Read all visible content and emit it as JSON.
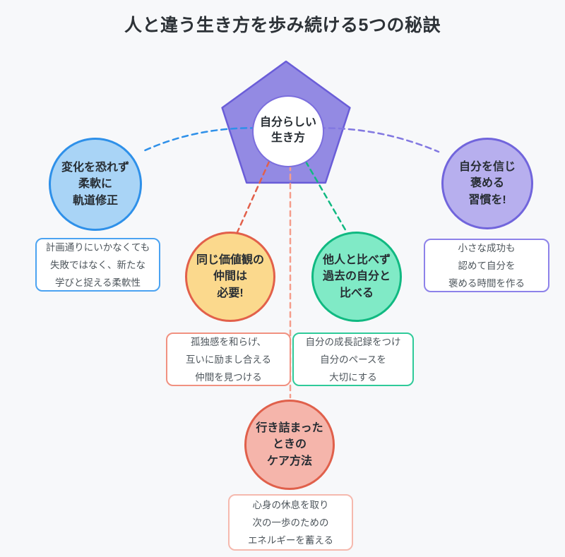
{
  "title": "人と違う生き方を歩み続ける5つの秘訣",
  "background_color": "#f7f8fa",
  "center": {
    "line1": "自分らしい",
    "line2": "生き方",
    "pentagon_fill": "#938ae3",
    "pentagon_stroke": "#6a5dd8",
    "inner_circle_fill": "#ffffff",
    "inner_circle_stroke": "#7b6edd"
  },
  "connectors": {
    "to_flexible": "#2e90e9",
    "to_peers": "#e2604a",
    "to_stuck": "#f59d8b",
    "to_compare": "#10b981",
    "to_praise": "#8278e1"
  },
  "nodes": [
    {
      "id": "flexible-correction",
      "accent": "#2e90e9",
      "fill": "#a9d4f6",
      "box_border": "#4ba3f1",
      "circle": [
        "変化を恐れず",
        "柔軟に",
        "軌道修正"
      ],
      "box": [
        "計画通りにいかなくても",
        "失敗ではなく、新たな",
        "学びと捉える柔軟性"
      ]
    },
    {
      "id": "like-minded-peers",
      "accent": "#e2604a",
      "fill": "#fbd98d",
      "box_border": "#f19180",
      "circle": [
        "同じ価値観の",
        "仲間は",
        "必要!"
      ],
      "box": [
        "孤独感を和らげ、",
        "互いに励まし合える",
        "仲間を見つける"
      ]
    },
    {
      "id": "compare-with-past-self",
      "accent": "#10b981",
      "fill": "#80eac6",
      "box_border": "#2fca99",
      "circle": [
        "他人と比べず",
        "過去の自分と",
        "比べる"
      ],
      "box": [
        "自分の成長記録をつけ",
        "自分のペースを",
        "大切にする"
      ]
    },
    {
      "id": "self-praise-habit",
      "accent": "#7165dc",
      "fill": "#b7afee",
      "box_border": "#8d82e9",
      "circle": [
        "自分を信じ",
        "褒める",
        "習慣を!"
      ],
      "box": [
        "小さな成功も",
        "認めて自分を",
        "褒める時間を作る"
      ]
    },
    {
      "id": "stuck-care",
      "accent": "#e0604b",
      "fill": "#f5b5ab",
      "box_border": "#f5b9ae",
      "circle": [
        "行き詰まった",
        "ときの",
        "ケア方法"
      ],
      "box": [
        "心身の休息を取り",
        "次の一歩のための",
        "エネルギーを蓄える"
      ]
    }
  ]
}
